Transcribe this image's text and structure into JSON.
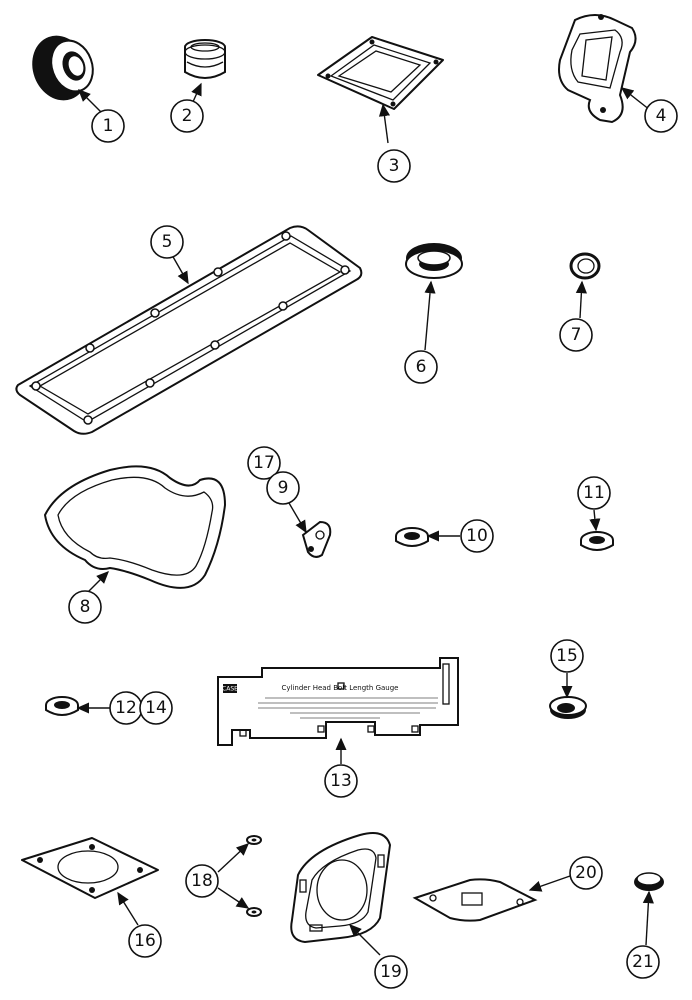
{
  "callouts": {
    "c1": "1",
    "c2": "2",
    "c3": "3",
    "c4": "4",
    "c5": "5",
    "c6": "6",
    "c7": "7",
    "c8": "8",
    "c9": "9",
    "c10": "10",
    "c11": "11",
    "c12": "12",
    "c13": "13",
    "c14": "14",
    "c15": "15",
    "c16": "16",
    "c17": "17",
    "c18": "18",
    "c19": "19",
    "c20": "20",
    "c21": "21"
  },
  "gauge": {
    "title": "Cylinder Head Bolt Length Gauge",
    "logo": "CASE"
  }
}
